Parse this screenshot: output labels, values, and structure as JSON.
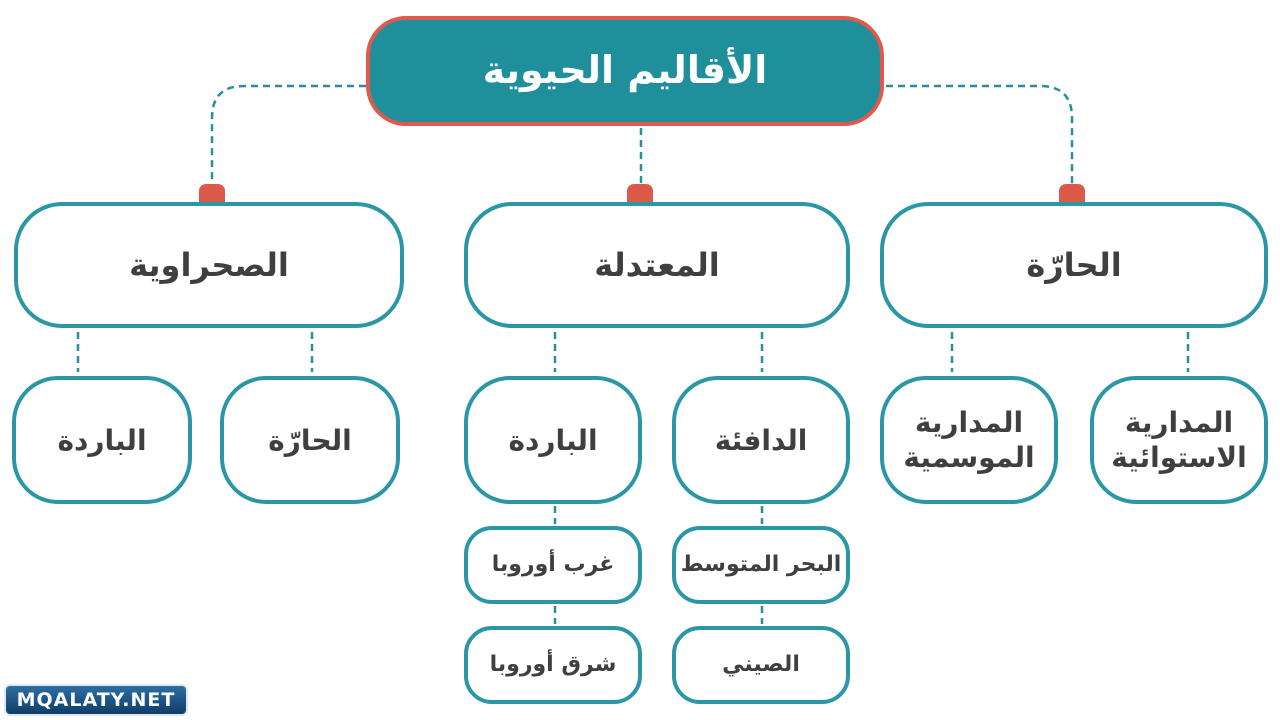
{
  "root": {
    "label": "الأقاليم الحيوية"
  },
  "categories": [
    {
      "label": "الحارّة",
      "children": [
        {
          "label": "المدارية الاستوائية"
        },
        {
          "label": "المدارية الموسمية"
        }
      ]
    },
    {
      "label": "المعتدلة",
      "children": [
        {
          "label": "الدافئة",
          "children": [
            {
              "label": "البحر المتوسط"
            },
            {
              "label": "الصيني"
            }
          ]
        },
        {
          "label": "الباردة",
          "children": [
            {
              "label": "غرب أوروبا"
            },
            {
              "label": "شرق أوروبا"
            }
          ]
        }
      ]
    },
    {
      "label": "الصحراوية",
      "children": [
        {
          "label": "الحارّة"
        },
        {
          "label": "الباردة"
        }
      ]
    }
  ],
  "watermark": "MQALATY.NET",
  "colors": {
    "teal": "#2a96a6",
    "root_fill": "#1f8f9c",
    "accent_red": "#dc5a4a"
  }
}
